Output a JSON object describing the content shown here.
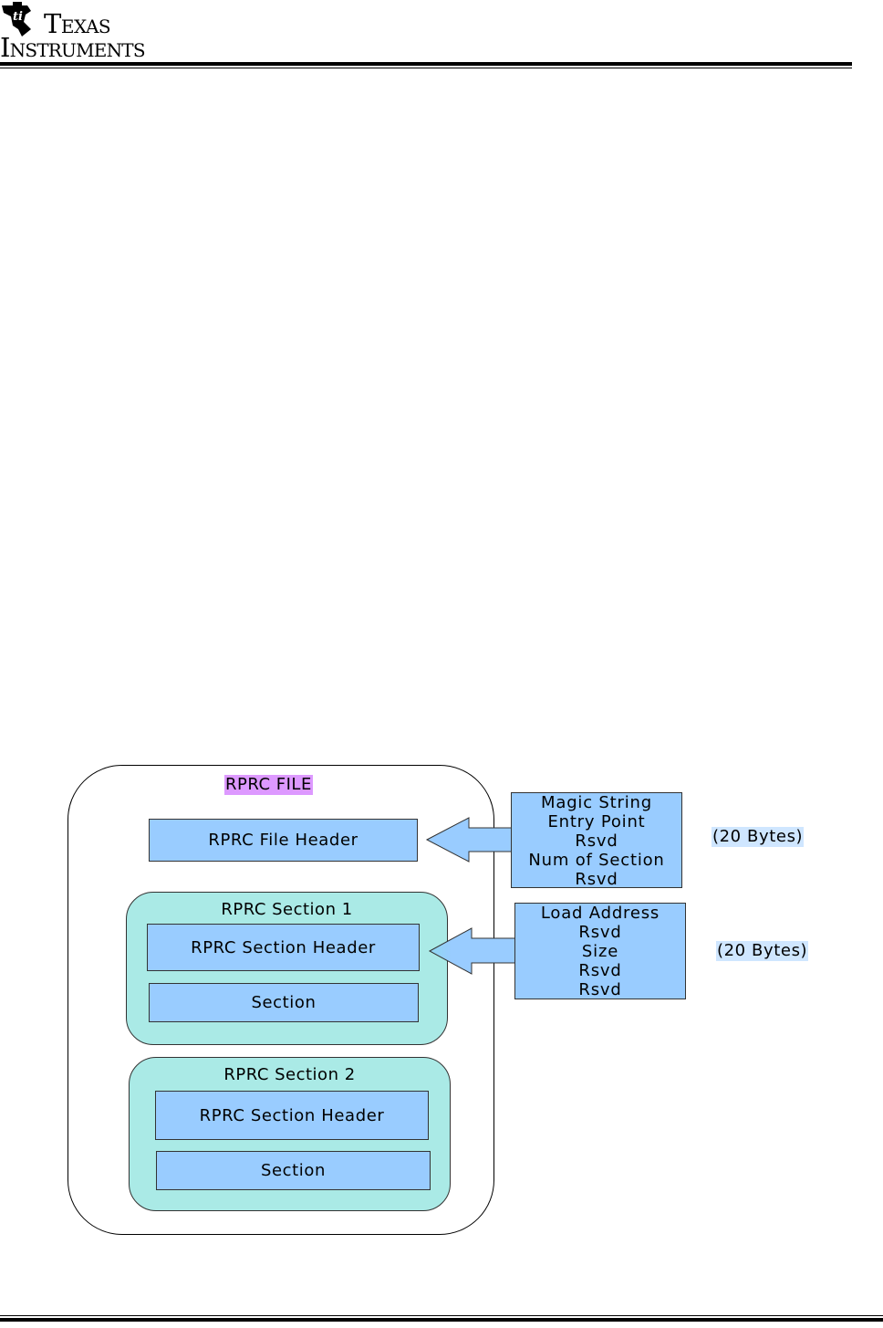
{
  "header": {
    "logo_line1": "Texas",
    "logo_line2": "Instruments",
    "logo_icon": "ti-logo-icon"
  },
  "diagram": {
    "outer_label": "RPRC FILE",
    "file_header": "RPRC File Header",
    "sections": [
      {
        "label": "RPRC Section 1",
        "header": "RPRC Section Header",
        "body": "Section"
      },
      {
        "label": "RPRC Section 2",
        "header": "RPRC Section Header",
        "body": "Section"
      }
    ],
    "file_header_fields": [
      "Magic String",
      "Entry Point",
      "Rsvd",
      "Num of Section",
      "Rsvd"
    ],
    "file_header_size": "(20 Bytes)",
    "section_header_fields": [
      "Load Address",
      "Rsvd",
      "Size",
      "Rsvd",
      "Rsvd"
    ],
    "section_header_size": "(20 Bytes)",
    "colors": {
      "box_blue": "#99ccff",
      "section_teal": "#aaeae6",
      "label_highlight": "#dd99ff"
    }
  }
}
